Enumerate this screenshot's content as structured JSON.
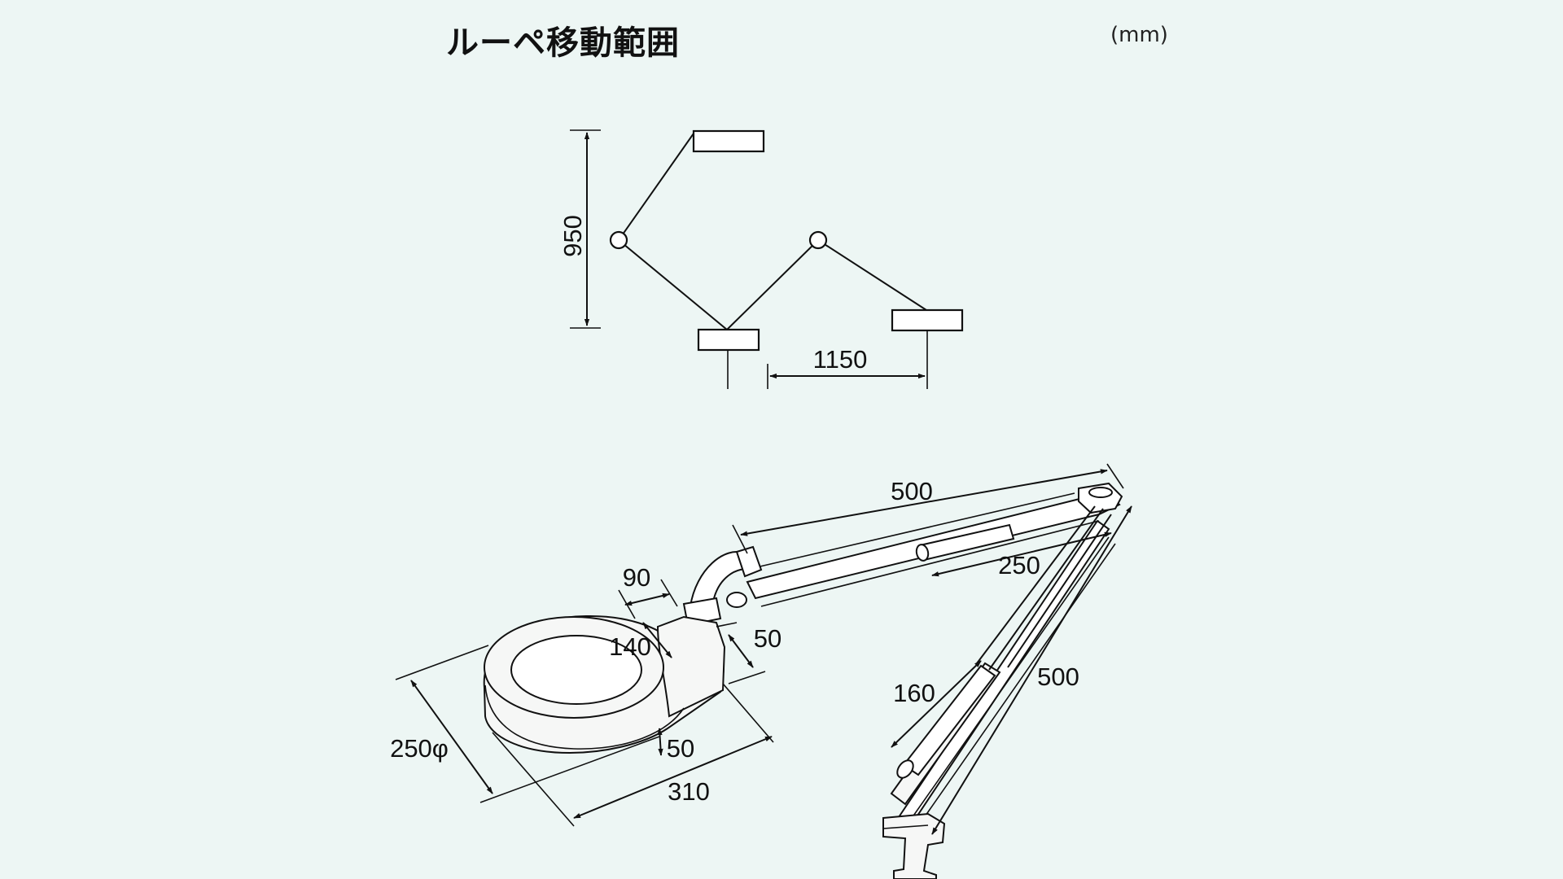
{
  "title": "ルーペ移動範囲",
  "unit": "(mm)",
  "range": {
    "height_label": "950",
    "width_label": "1150"
  },
  "dimensions": {
    "upper_arm_length": "500",
    "spring_length": "250",
    "neck": "90",
    "inner_diameter": "140",
    "head_depth": "50",
    "lens_thickness": "50",
    "lens_diameter": "250φ",
    "head_length": "310",
    "lower_spring": "160",
    "lower_arm_length": "500"
  }
}
